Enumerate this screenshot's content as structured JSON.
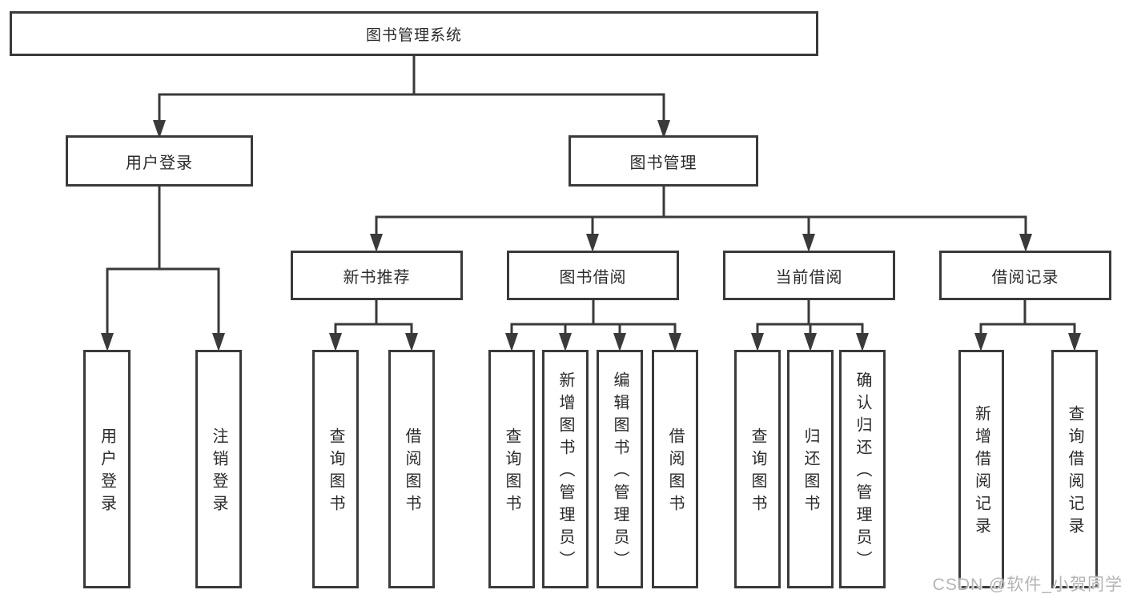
{
  "tree": {
    "label": "图书管理系统",
    "children": [
      {
        "label": "用户登录",
        "children": [
          {
            "label": "用户登录"
          },
          {
            "label": "注销登录"
          }
        ]
      },
      {
        "label": "图书管理",
        "children": [
          {
            "label": "新书推荐",
            "children": [
              {
                "label": "查询图书"
              },
              {
                "label": "借阅图书"
              }
            ]
          },
          {
            "label": "图书借阅",
            "children": [
              {
                "label": "查询图书"
              },
              {
                "label": "新增图书（管理员）"
              },
              {
                "label": "编辑图书（管理员）"
              },
              {
                "label": "借阅图书"
              }
            ]
          },
          {
            "label": "当前借阅",
            "children": [
              {
                "label": "查询图书"
              },
              {
                "label": "归还图书"
              },
              {
                "label": "确认归还（管理员）"
              }
            ]
          },
          {
            "label": "借阅记录",
            "children": [
              {
                "label": "新增借阅记录"
              },
              {
                "label": "查询借阅记录"
              }
            ]
          }
        ]
      }
    ]
  },
  "watermark": "CSDN @软件_小贺同学",
  "colors": {
    "background": "#ffffff",
    "box_fill": "#ffffff",
    "box_border": "#3a3a3a",
    "line": "#3a3a3a",
    "text": "#2b2b2b",
    "watermark": "#b4b4b4"
  }
}
